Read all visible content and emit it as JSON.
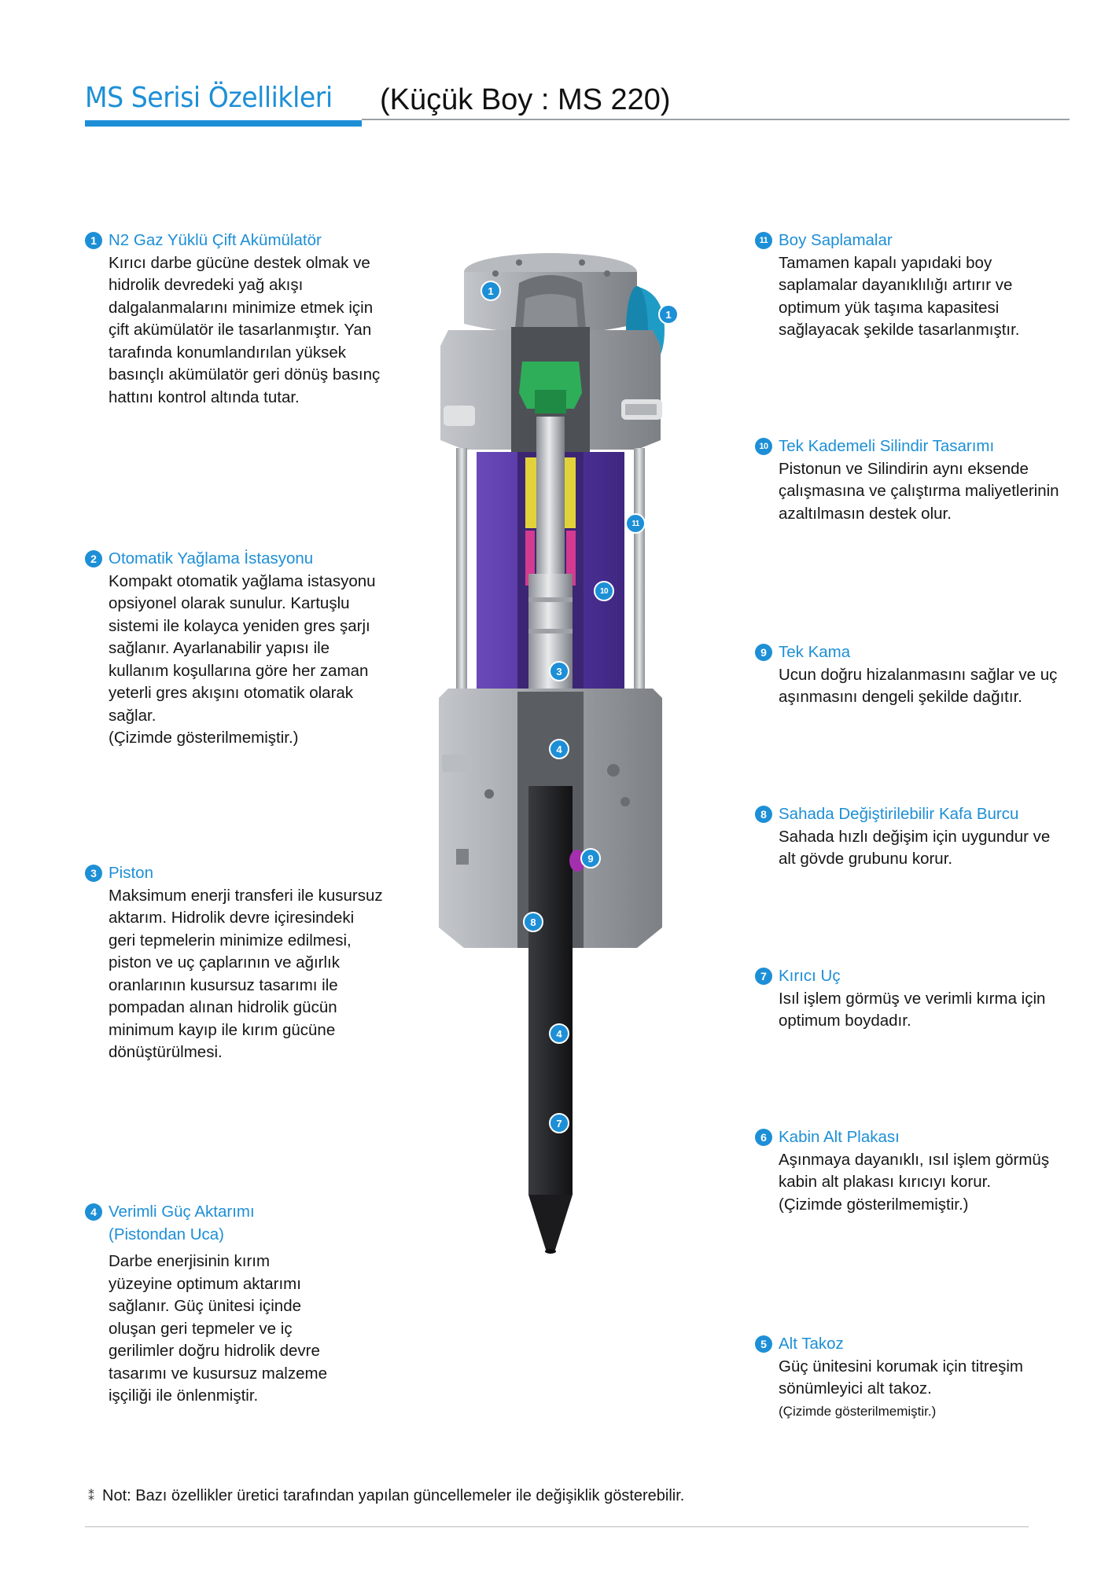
{
  "header": {
    "title": "MS Serisi Özellikleri",
    "subtitle": "(Küçük Boy : MS 220)"
  },
  "features_left": [
    {
      "number": "1",
      "title": "N2 Gaz Yüklü Çift Akümülatör",
      "body": "Kırıcı darbe gücüne destek olmak ve hidrolik devredeki yağ akışı dalgalanmalarını minimize etmek için çift akümülatör ile tasarlanmıştır. Yan tarafında konumlandırılan yüksek basınçlı akümülatör geri dönüş basınç hattını kontrol altında tutar."
    },
    {
      "number": "2",
      "title": "Otomatik Yağlama İstasyonu",
      "body": "Kompakt otomatik yağlama istasyonu opsiyonel olarak sunulur. Kartuşlu sistemi ile kolayca yeniden gres şarjı sağlanır. Ayarlanabilir yapısı ile kullanım koşullarına göre her zaman yeterli gres akışını otomatik olarak sağlar.",
      "note": "(Çizimde gösterilmemiştir.)"
    },
    {
      "number": "3",
      "title": "Piston",
      "body": "Maksimum enerji transferi ile kusursuz aktarım. Hidrolik devre içiresindeki geri tepmelerin minimize edilmesi, piston ve uç çaplarının ve ağırlık oranlarının kusursuz tasarımı ile pompadan alınan hidrolik gücün minimum kayıp ile kırım gücüne dönüştürülmesi."
    },
    {
      "number": "4",
      "title": "Verimli Güç Aktarımı",
      "title2": "(Pistondan Uca)",
      "body": "Darbe enerjisinin kırım yüzeyine optimum aktarımı sağlanır. Güç ünitesi içinde oluşan geri tepmeler ve iç gerilimler doğru hidrolik devre tasarımı ve kusursuz malzeme işçiliği ile önlenmiştir."
    }
  ],
  "features_right": [
    {
      "number": "11",
      "title": "Boy Saplamalar",
      "body": "Tamamen kapalı yapıdaki boy saplamalar dayanıklılığı artırır ve optimum yük taşıma kapasitesi sağlayacak şekilde tasarlanmıştır."
    },
    {
      "number": "10",
      "title": "Tek Kademeli Silindir Tasarımı",
      "body": "Pistonun ve Silindirin aynı eksende çalışmasına ve çalıştırma maliyetlerinin azaltılmasın destek olur."
    },
    {
      "number": "9",
      "title": "Tek Kama",
      "body": "Ucun doğru hizalanmasını sağlar ve uç aşınmasını dengeli şekilde dağıtır."
    },
    {
      "number": "8",
      "title": "Sahada Değiştirilebilir Kafa Burcu",
      "body": "Sahada hızlı değişim için uygundur ve alt gövde grubunu korur."
    },
    {
      "number": "7",
      "title": "Kırıcı Uç",
      "body": "Isıl işlem görmüş ve verimli kırma için optimum boydadır."
    },
    {
      "number": "6",
      "title": "Kabin Alt Plakası",
      "body": "Aşınmaya dayanıklı, ısıl işlem görmüş kabin alt plakası kırıcıyı korur.",
      "note": "(Çizimde gösterilmemiştir.)"
    },
    {
      "number": "5",
      "title": "Alt Takoz",
      "body": "Güç ünitesini korumak için titreşim sönümleyici alt takoz.",
      "small_note": "(Çizimde gösterilmemiştir.)"
    }
  ],
  "illustration_callouts": [
    "1",
    "1",
    "11",
    "10",
    "3",
    "4",
    "9",
    "8",
    "4",
    "7"
  ],
  "footnote": {
    "mark": "⁑",
    "text": "Not: Bazı özellikler üretici tarafından yapılan güncellemeler ile değişiklik gösterebilir."
  },
  "colors": {
    "accent": "#1d8fd6",
    "cylinder": "#5b3fa6",
    "body_grey": "#9a9ea3",
    "tool": "#1f1f22",
    "green_part": "#2fae5a",
    "yellow_part": "#e2d23a"
  }
}
